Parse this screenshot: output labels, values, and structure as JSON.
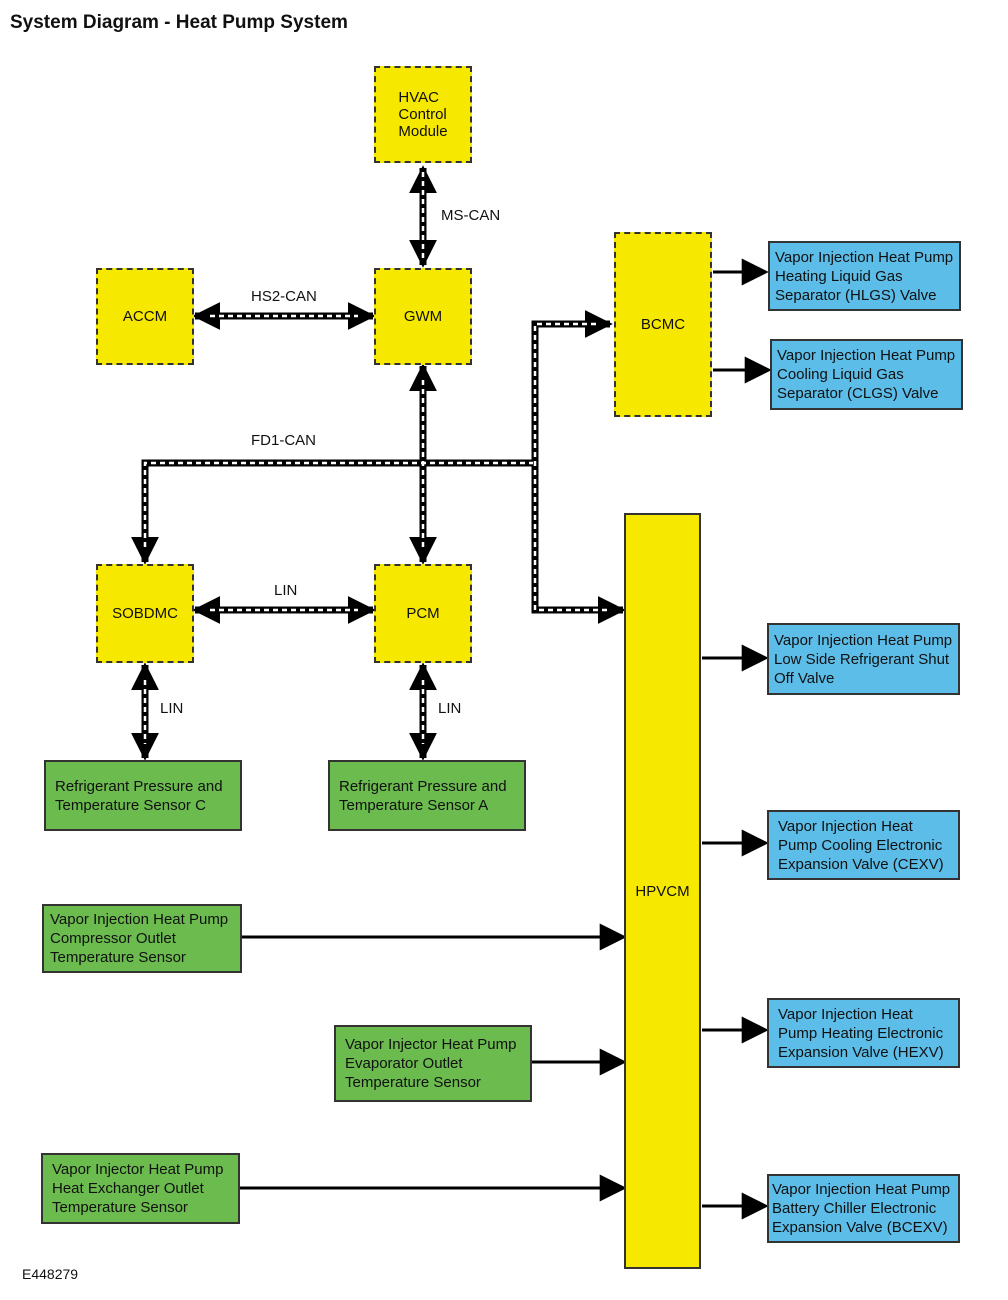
{
  "title": "System Diagram - Heat Pump System",
  "reference": "E448279",
  "colors": {
    "module": "#f7e800",
    "sensor": "#6bbb4f",
    "actuator": "#5cbde8",
    "line": "#000000"
  },
  "modules": {
    "hvac": "HVAC\nControl\nModule",
    "gwm": "GWM",
    "accm": "ACCM",
    "bcmc": "BCMC",
    "sobdmc": "SOBDMC",
    "pcm": "PCM",
    "hpvcm": "HPVCM"
  },
  "buses": {
    "ms_can": "MS-CAN",
    "hs2_can": "HS2-CAN",
    "fd1_can": "FD1-CAN",
    "lin_sobdmc_pcm": "LIN",
    "lin_sensor_c": "LIN",
    "lin_sensor_a": "LIN"
  },
  "sensors": {
    "sensor_c": "Refrigerant Pressure and\nTemperature Sensor C",
    "sensor_a": "Refrigerant Pressure and\nTemperature Sensor A",
    "compressor_outlet": "Vapor Injection Heat Pump\nCompressor Outlet\nTemperature Sensor",
    "evaporator_outlet": "Vapor Injector Heat Pump\nEvaporator Outlet\nTemperature Sensor",
    "heat_exchanger_outlet": "Vapor Injector Heat Pump\nHeat Exchanger Outlet\nTemperature Sensor"
  },
  "valves": {
    "hlgs": "Vapor Injection Heat Pump\nHeating Liquid Gas\nSeparator (HLGS) Valve",
    "clgs": "Vapor Injection Heat Pump\nCooling Liquid Gas\nSeparator (CLGS) Valve",
    "shutoff": "Vapor Injection Heat Pump\nLow Side Refrigerant Shut\nOff Valve",
    "cexv": "Vapor Injection Heat\nPump Cooling Electronic\nExpansion Valve (CEXV)",
    "hexv": "Vapor Injection Heat\nPump Heating Electronic\nExpansion Valve (HEXV)",
    "bcexv": "Vapor Injection Heat Pump\nBattery Chiller Electronic\nExpansion Valve (BCEXV)"
  }
}
